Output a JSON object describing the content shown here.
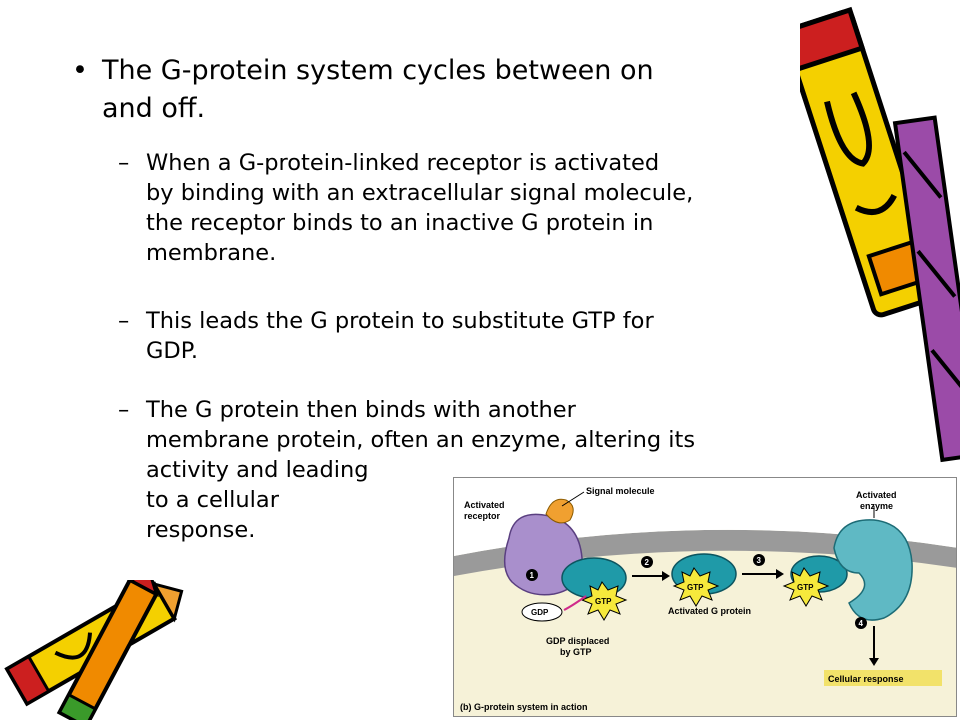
{
  "slide": {
    "main_bullet": {
      "bullet": "•",
      "lines": [
        "The G-protein system cycles between on",
        "and off."
      ]
    },
    "sub_bullets": [
      {
        "dash": "–",
        "lines": [
          "When a G-protein-linked receptor is activated",
          "by binding with an extracellular signal molecule,",
          "the receptor binds to an inactive G protein in",
          "membrane."
        ]
      },
      {
        "dash": "–",
        "lines": [
          "This leads the G protein to substitute GTP for",
          "GDP."
        ]
      },
      {
        "dash": "–",
        "lines": [
          "The G protein then binds with another",
          "membrane protein, often an enzyme, altering its",
          "activity and leading",
          "to a cellular",
          "response."
        ]
      }
    ]
  },
  "diagram": {
    "activated_receptor": [
      "Activated",
      "receptor"
    ],
    "signal_molecule": "Signal molecule",
    "activated_enzyme": [
      "Activated",
      "enzyme"
    ],
    "step1": "1",
    "step2": "2",
    "step3": "3",
    "step4": "4",
    "gtp": "GTP",
    "gdp": "GDP",
    "activated_g_protein": "Activated G protein",
    "gdp_displaced": [
      "GDP displaced",
      "by GTP"
    ],
    "cellular_response": "Cellular response",
    "caption": "(b) G-protein system in action",
    "colors": {
      "background": "#f6f2d8",
      "membrane": "#9a9a9a",
      "receptor": "#a98fcc",
      "signal": "#f0a030",
      "g_protein": "#1f9aa8",
      "enzyme": "#5fb9c4",
      "gtp_star": "#f6e93c",
      "response_box": "#f2e26a",
      "pencil_yellow": "#f4d000",
      "pencil_orange": "#f08a00",
      "pencil_red": "#cc1f1f",
      "pencil_green": "#3a9a2a"
    }
  }
}
